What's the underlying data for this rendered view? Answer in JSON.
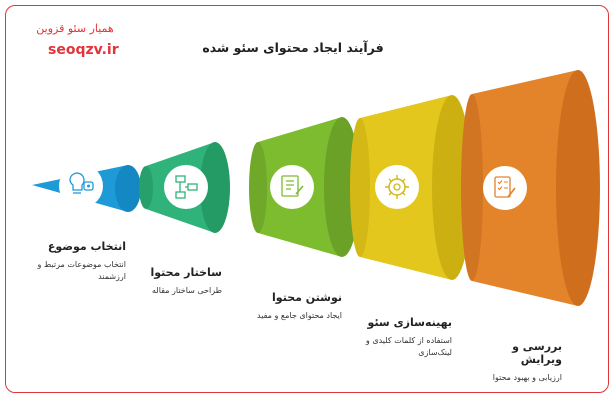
{
  "brand": {
    "name": "همیار سئو قزوین",
    "url": "seoqzv.ir",
    "color": "#e2343b"
  },
  "title": "فرآیند ایجاد محتوای سئو شده",
  "stages": [
    {
      "title": "انتخاب موضوع",
      "desc": "انتخاب موضوعات مرتبط و ارزشمند",
      "color": "#1e9ad6",
      "icon": "lightbulb-gear-icon"
    },
    {
      "title": "ساختار محتوا",
      "desc": "طراحی ساختار مقاله",
      "color": "#2fb37a",
      "icon": "flowchart-icon"
    },
    {
      "title": "نوشتن محتوا",
      "desc": "ایجاد محتوای جامع و مفید",
      "color": "#7dbb2f",
      "icon": "writing-document-icon"
    },
    {
      "title": "بهینه‌سازی سئو",
      "desc": "استفاده از کلمات کلیدی و لینک‌سازی",
      "color": "#e3c71c",
      "icon": "optimization-gear-icon"
    },
    {
      "title": "بررسی و ویرایش",
      "desc": "ارزیابی و بهبود محتوا",
      "color": "#e3832a",
      "icon": "checklist-edit-icon"
    }
  ]
}
